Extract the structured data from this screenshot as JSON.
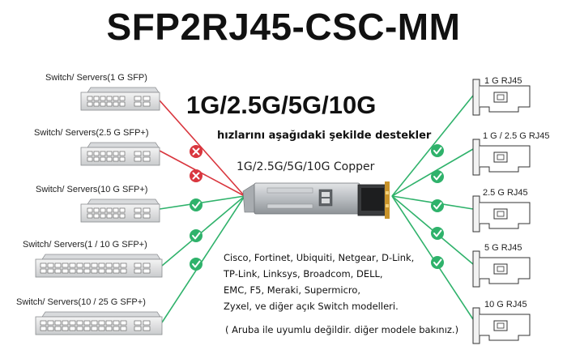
{
  "title": "SFP2RJ45-CSC-MM",
  "speeds_heading": "1G/2.5G/5G/10G",
  "support_text": "hızlarını aşağıdaki şekilde destekler",
  "module_label": "1G/2.5G/5G/10G Copper",
  "switches": [
    {
      "label": "Switch/ Servers(1 G  SFP)",
      "status": "incompatible"
    },
    {
      "label": "Switch/ Servers(2.5 G  SFP+)",
      "status": "incompatible"
    },
    {
      "label": "Switch/ Servers(10 G  SFP+)",
      "status": "compatible"
    },
    {
      "label": "Switch/ Servers(1 / 10 G  SFP+)",
      "status": "compatible"
    },
    {
      "label": "Switch/ Servers(10 / 25 G  SFP+)",
      "status": "compatible"
    }
  ],
  "nics": [
    {
      "label": "1 G RJ45",
      "status": "compatible"
    },
    {
      "label": "1 G / 2.5 G RJ45",
      "status": "compatible"
    },
    {
      "label": "2.5 G RJ45",
      "status": "compatible"
    },
    {
      "label": "5 G RJ45",
      "status": "compatible"
    },
    {
      "label": "10 G RJ45",
      "status": "compatible"
    }
  ],
  "brands_lines": [
    "Cisco, Fortinet, Ubiquiti, Netgear, D-Link,",
    "TP-Link, Linksys, Broadcom, DELL,",
    "EMC, F5, Meraki,  Supermicro,",
    "Zyxel, ve diğer açık Switch modelleri."
  ],
  "note": "( Aruba ile uyumlu değildir. diğer modele bakınız.)",
  "colors": {
    "compatible": "#2fb26b",
    "incompatible": "#d9363e",
    "check_icon": "check-icon",
    "cross_icon": "cross-icon"
  }
}
